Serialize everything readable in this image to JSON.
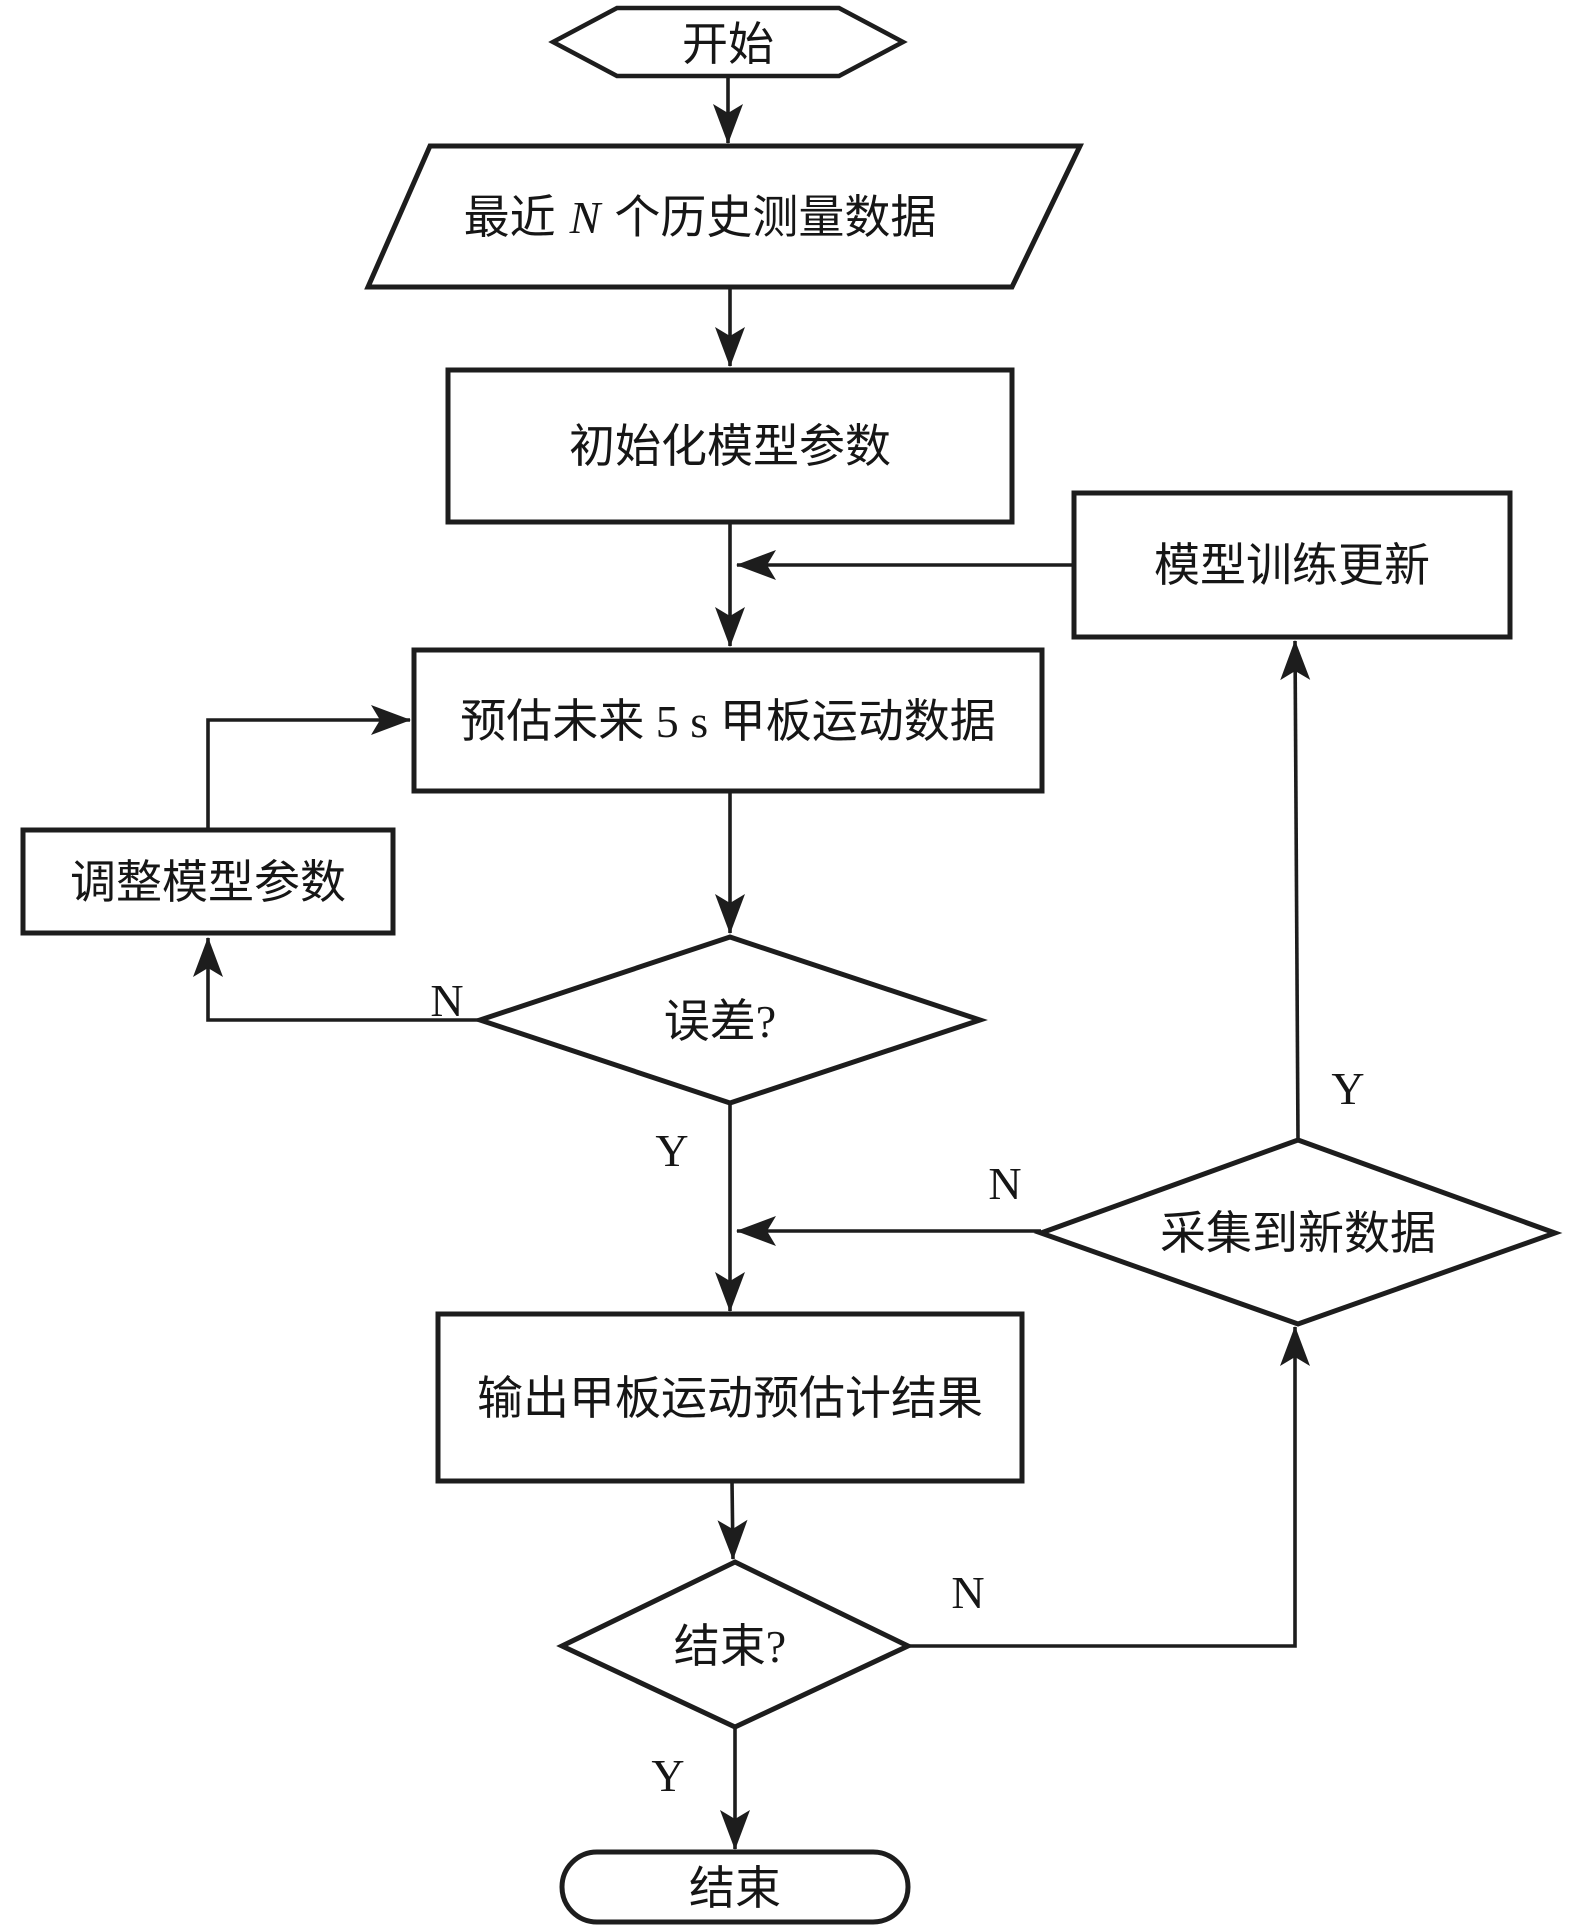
{
  "diagram": {
    "colors": {
      "stroke": "#1d1d1d",
      "node_fill": "#ffffff",
      "background": "#ffffff"
    },
    "nodes": {
      "start": {
        "label": "开始"
      },
      "recent_data": {
        "prefix": "最近",
        "variable": "N",
        "suffix": "个历史测量数据"
      },
      "init_params": {
        "label": "初始化模型参数"
      },
      "model_train": {
        "label": "模型训练更新"
      },
      "predict": {
        "label": "预估未来 5 s 甲板运动数据"
      },
      "adjust_params": {
        "label": "调整模型参数"
      },
      "error_check": {
        "label": "误差?"
      },
      "new_data_check": {
        "label": "采集到新数据"
      },
      "output_result": {
        "label": "输出甲板运动预估计结果"
      },
      "finish_check": {
        "label": "结束?"
      },
      "end": {
        "label": "结束"
      }
    },
    "branch_labels": {
      "error_no": "N",
      "error_yes": "Y",
      "new_data_no": "N",
      "new_data_yes": "Y",
      "finish_no": "N",
      "finish_yes": "Y"
    }
  }
}
